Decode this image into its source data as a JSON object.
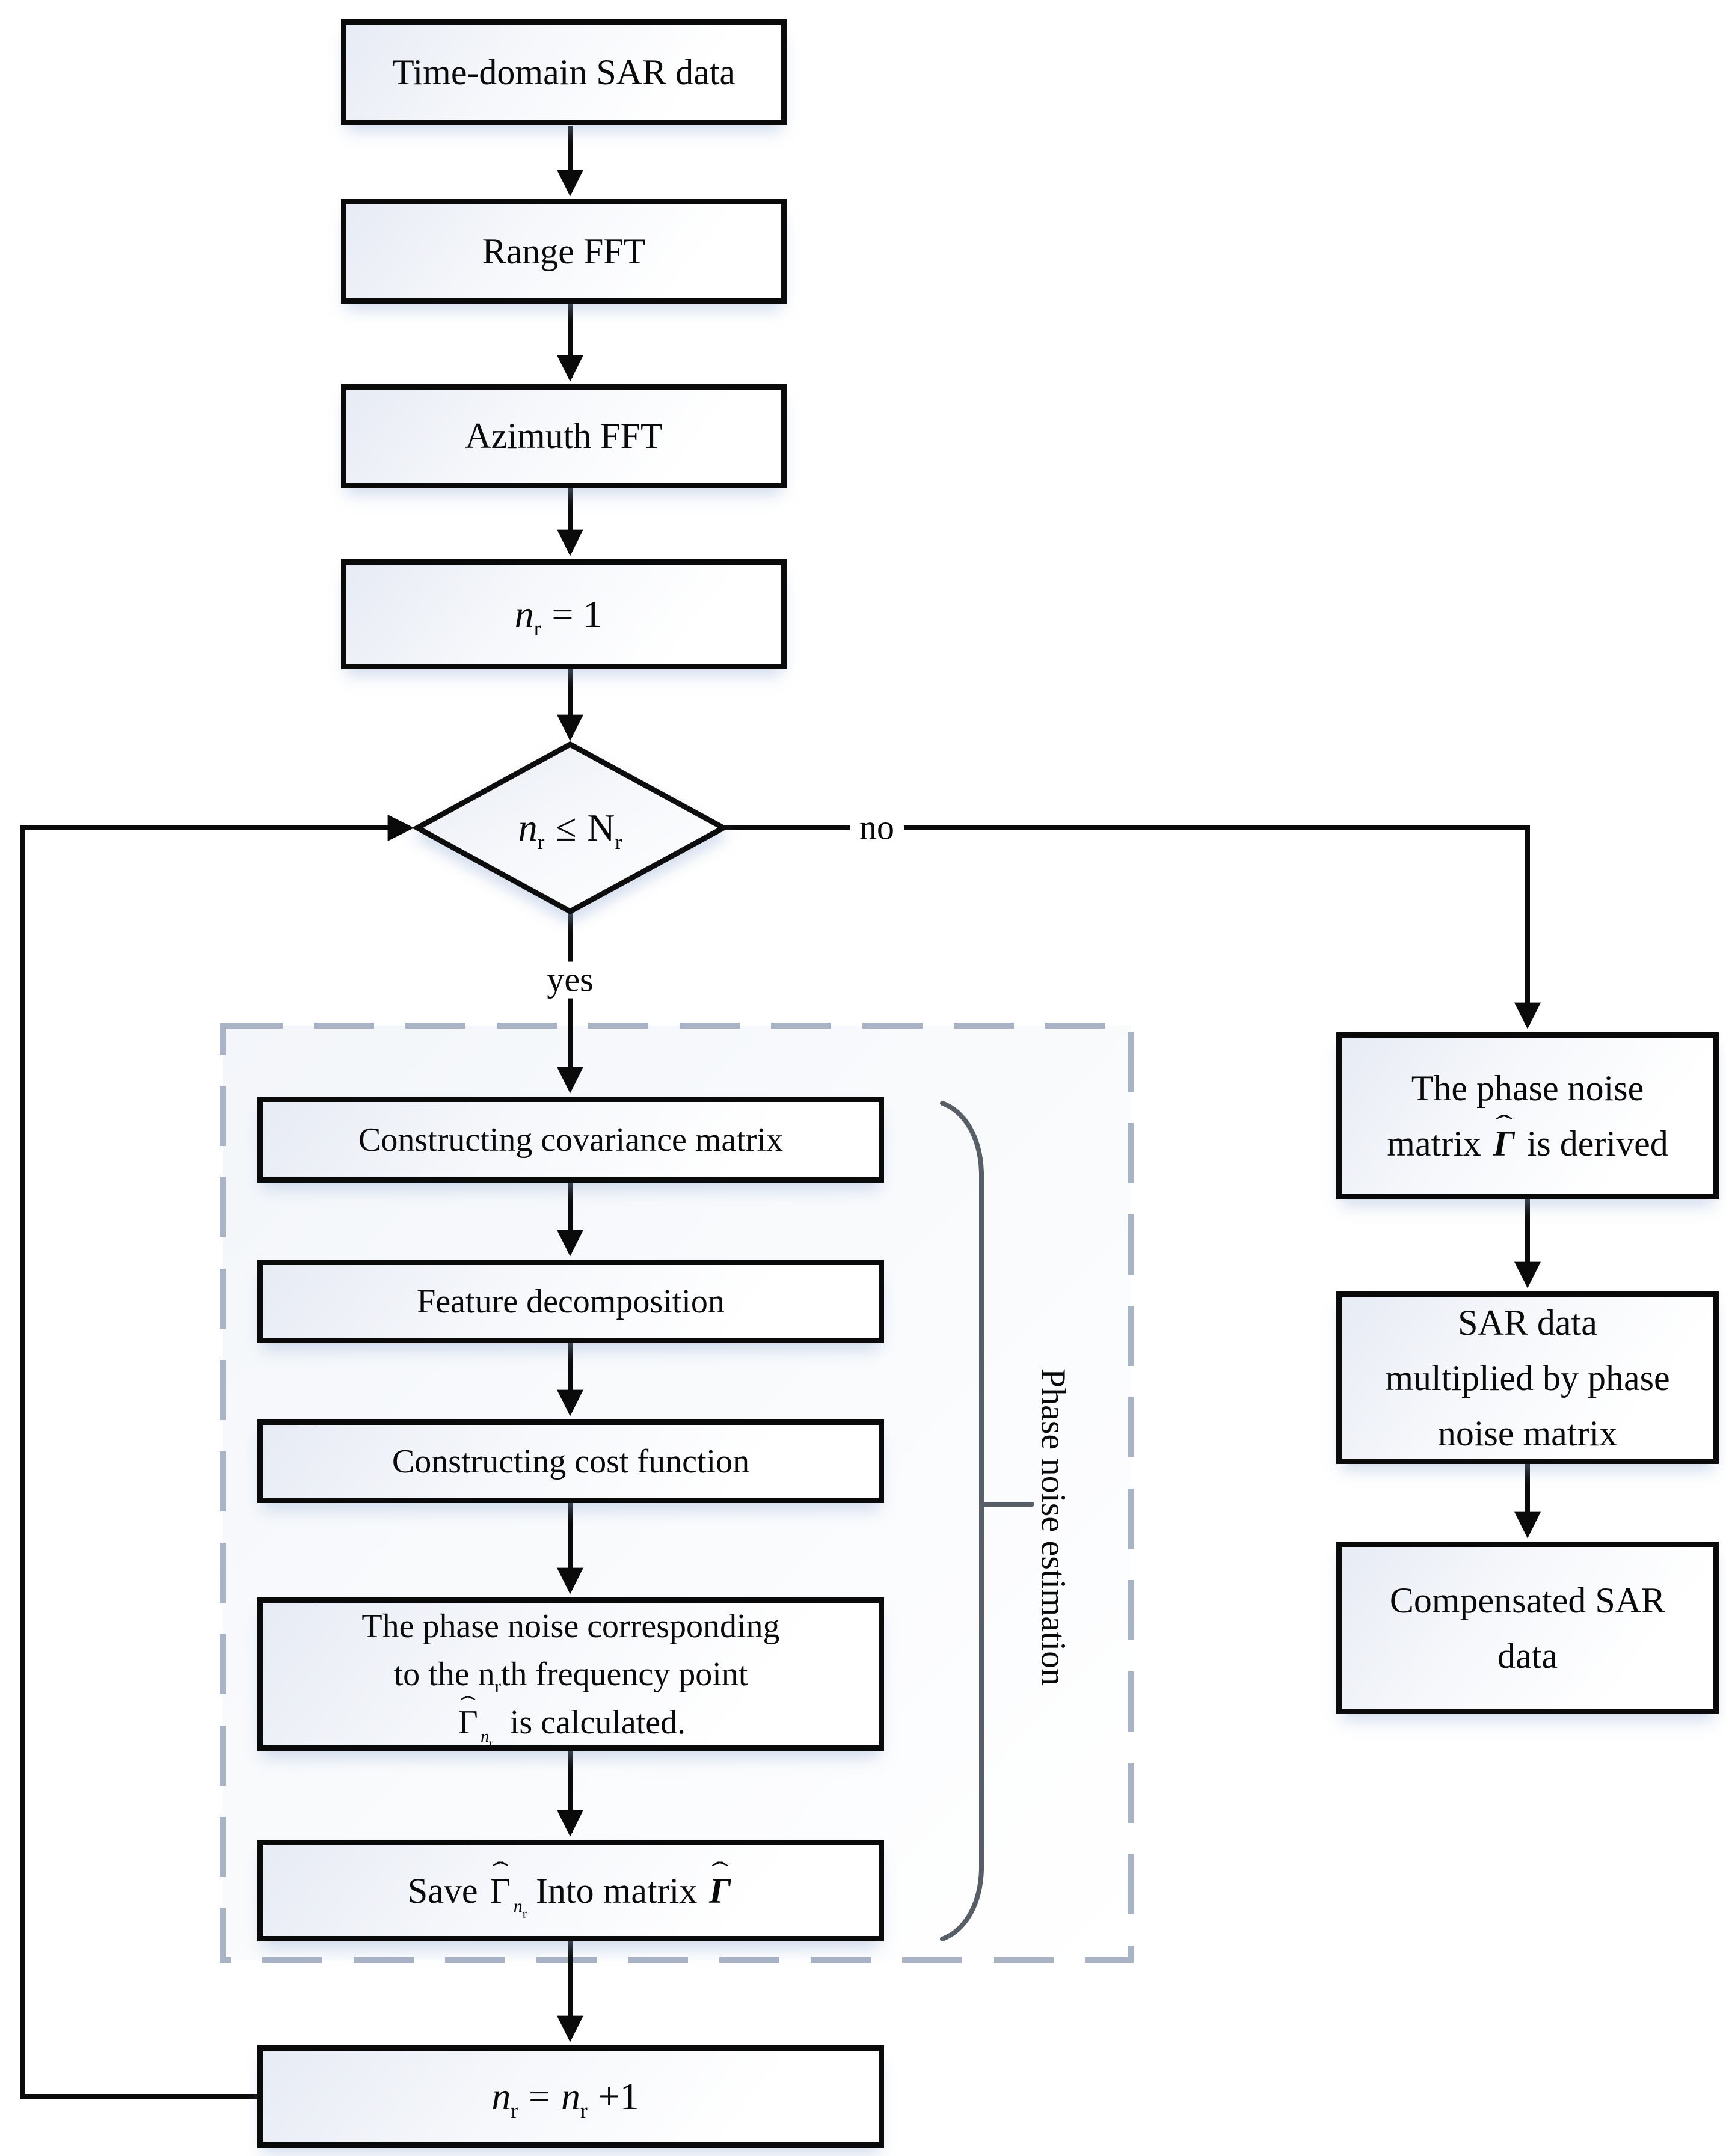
{
  "colors": {
    "line": "#0a0a0a",
    "dash": "#a9b3c6",
    "brace": "#585e66",
    "box_tint": "#e7ebf4"
  },
  "nodes": {
    "time_domain": "Time-domain SAR data",
    "range_fft": "Range FFT",
    "azimuth_fft": "Azimuth FFT",
    "covariance": "Constructing covariance matrix",
    "feature": "Feature decomposition",
    "cost": "Constructing cost function"
  },
  "math": {
    "hat": "ˆ",
    "gamma": "Γ",
    "n": "n",
    "r": "r",
    "cap_n": "N",
    "leq": "≤",
    "eq": "=",
    "plus_one": "+1"
  },
  "init": {
    "rhs": "= 1"
  },
  "noise_point": {
    "line1": "The phase noise corresponding",
    "line2_pre": "to the",
    "line2_post": "th frequency point",
    "line3_post": "is calculated."
  },
  "save": {
    "pre": "Save",
    "mid": "Into matrix"
  },
  "labels": {
    "yes": "yes",
    "no": "no"
  },
  "brace_label": "Phase noise estimation",
  "right": {
    "derived": {
      "line1": "The phase noise",
      "line2_pre": "matrix",
      "line2_post": "is derived"
    },
    "multiply": {
      "lines": [
        "SAR data",
        "multiplied by phase",
        "noise matrix"
      ]
    },
    "compensated": {
      "lines": [
        "Compensated SAR",
        "data"
      ]
    }
  }
}
